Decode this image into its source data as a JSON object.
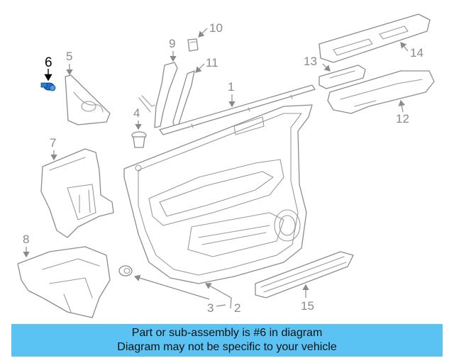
{
  "callouts": {
    "c1": "1",
    "c2": "2",
    "c3": "3",
    "c4": "4",
    "c5": "5",
    "c6": "6",
    "c7": "7",
    "c8": "8",
    "c10": "10",
    "c11": "11",
    "c12": "12",
    "c13": "13",
    "c14": "14",
    "c15": "15",
    "c9": "9"
  },
  "highlight": {
    "part": "6",
    "color": "#1e6fc9"
  },
  "banner": {
    "line1": "Part or sub-assembly is #6 in diagram",
    "line2": "Diagram may not be specific to your vehicle",
    "color": "#5ac3f4"
  }
}
